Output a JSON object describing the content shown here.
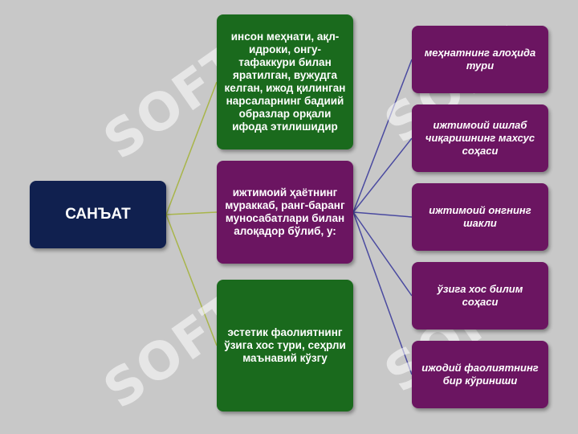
{
  "watermark": "SOFT",
  "colors": {
    "background": "#c8c8c8",
    "root_box": "#10204f",
    "green_box": "#1a6a1d",
    "purple_box": "#6b1561",
    "green_connector": "#a8b54a",
    "purple_connector": "#4a4aa0"
  },
  "diagram": {
    "root": "САНЪАТ",
    "middle": [
      "инсон меҳнати, ақл-идроки,  онгу-тафаккури билан яратилган, вужудга келган, ижод қилинган нарсаларнинг бадиий образлар орқали ифода этилишидир",
      "ижтимоий ҳаётнинг мураккаб, ранг-баранг муносабатлари билан алоқадор бўлиб, у:",
      "эстетик фаолиятнинг ўзига хос тури, сеҳрли маънавий кўзгу"
    ],
    "right": [
      "меҳнатнинг алоҳида тури",
      "ижтимоий ишлаб чиқаришнинг махсус соҳаси",
      "ижтимоий онгнинг шакли",
      "ўзига хос билим соҳаси",
      "ижодий фаолиятнинг бир кўриниши"
    ]
  }
}
